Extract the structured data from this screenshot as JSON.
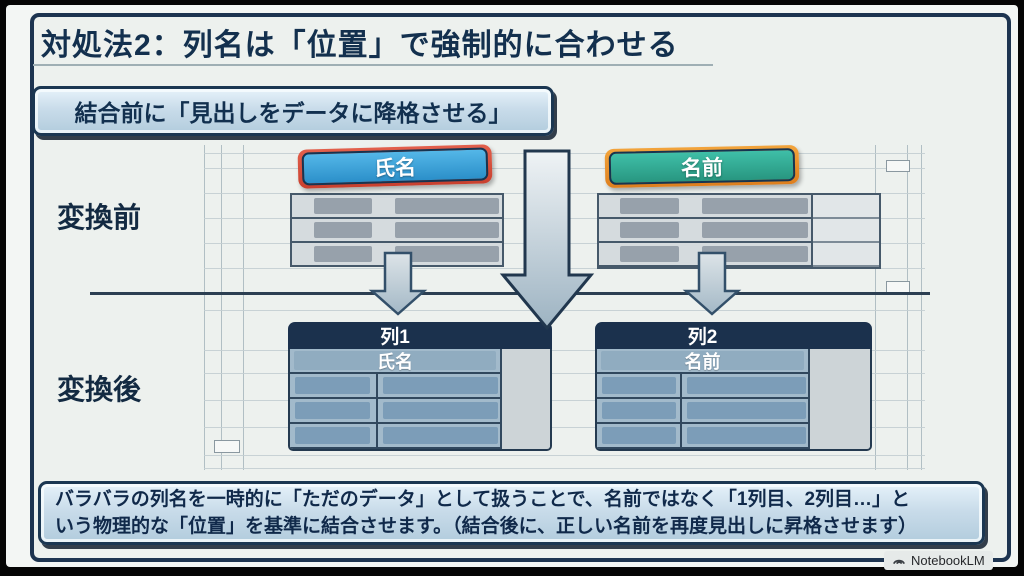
{
  "slide": {
    "title": "対処法2：列名は「位置」で強制的に合わせる",
    "subheader": "結合前に「見出しをデータに降格させる」"
  },
  "diagram": {
    "before_label": "変換前",
    "after_label": "変換後",
    "source_tables": [
      {
        "header": "氏名",
        "header_color": "#2f9ad2",
        "outline_color": "#d8503c",
        "data_rows": 3
      },
      {
        "header": "名前",
        "header_color": "#31a892",
        "outline_color": "#e8922f",
        "data_rows": 3
      }
    ],
    "result_tables": [
      {
        "header": "列1",
        "demoted_row": "氏名",
        "data_rows": 3
      },
      {
        "header": "列2",
        "demoted_row": "名前",
        "data_rows": 3
      }
    ],
    "colors": {
      "result_header_bg": "#1b314d",
      "frame": "#1d3450",
      "divider": "#2c3f52"
    }
  },
  "footer": {
    "line1": "バラバラの列名を一時的に「ただのデータ」として扱うことで、名前ではなく「1列目、2列目…」と",
    "line2": "いう物理的な「位置」を基準に結合させます。（結合後に、正しい名前を再度見出しに昇格させます）"
  },
  "watermark": {
    "label": "NotebookLM"
  }
}
